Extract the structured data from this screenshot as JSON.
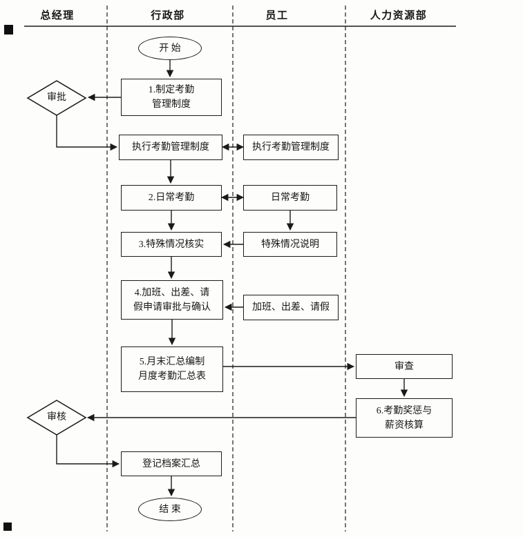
{
  "diagram": {
    "colors": {
      "ink": "#1a1a1a",
      "background": "#fdfdfb"
    },
    "lanes": [
      {
        "id": "gm",
        "label": "总经理"
      },
      {
        "id": "admin",
        "label": "行政部"
      },
      {
        "id": "staff",
        "label": "员工"
      },
      {
        "id": "hr",
        "label": "人力资源部"
      }
    ],
    "nodes": {
      "start": {
        "lane": "admin",
        "type": "terminator",
        "label": "开 始"
      },
      "n1": {
        "lane": "admin",
        "type": "process",
        "label": "1.制定考勤\n管理制度"
      },
      "approve": {
        "lane": "gm",
        "type": "decision",
        "label": "审批"
      },
      "exec_admin": {
        "lane": "admin",
        "type": "process",
        "label": "执行考勤管理制度"
      },
      "exec_staff": {
        "lane": "staff",
        "type": "process",
        "label": "执行考勤管理制度"
      },
      "n2": {
        "lane": "admin",
        "type": "process",
        "label": "2.日常考勤"
      },
      "daily_staff": {
        "lane": "staff",
        "type": "process",
        "label": "日常考勤"
      },
      "n3": {
        "lane": "admin",
        "type": "process",
        "label": "3.特殊情况核实"
      },
      "special": {
        "lane": "staff",
        "type": "process",
        "label": "特殊情况说明"
      },
      "n4": {
        "lane": "admin",
        "type": "process",
        "label": "4.加班、出差、请\n假申请审批与确认"
      },
      "leave": {
        "lane": "staff",
        "type": "process",
        "label": "加班、出差、请假"
      },
      "n5": {
        "lane": "admin",
        "type": "process",
        "label": "5.月末汇总编制\n月度考勤汇总表"
      },
      "review": {
        "lane": "hr",
        "type": "process",
        "label": "审查"
      },
      "n6": {
        "lane": "hr",
        "type": "process",
        "label": "6.考勤奖惩与\n薪资核算"
      },
      "audit": {
        "lane": "gm",
        "type": "decision",
        "label": "审核"
      },
      "register": {
        "lane": "admin",
        "type": "process",
        "label": "登记档案汇总"
      },
      "end": {
        "lane": "admin",
        "type": "terminator",
        "label": "结 束"
      }
    },
    "edges": [
      {
        "from": "start",
        "to": "n1",
        "style": "arrow"
      },
      {
        "from": "n1",
        "to": "approve",
        "style": "arrow"
      },
      {
        "from": "approve",
        "to": "exec_admin",
        "style": "arrow"
      },
      {
        "from": "exec_admin",
        "to": "exec_staff",
        "style": "double-arrow"
      },
      {
        "from": "exec_admin",
        "to": "n2",
        "style": "arrow"
      },
      {
        "from": "n2",
        "to": "daily_staff",
        "style": "double-arrow"
      },
      {
        "from": "daily_staff",
        "to": "special",
        "style": "arrow"
      },
      {
        "from": "special",
        "to": "n3",
        "style": "arrow"
      },
      {
        "from": "n2",
        "to": "n3",
        "style": "arrow"
      },
      {
        "from": "n3",
        "to": "n4",
        "style": "arrow"
      },
      {
        "from": "leave",
        "to": "n4",
        "style": "arrow"
      },
      {
        "from": "n4",
        "to": "n5",
        "style": "arrow"
      },
      {
        "from": "n5",
        "to": "review",
        "style": "arrow"
      },
      {
        "from": "review",
        "to": "n6",
        "style": "arrow"
      },
      {
        "from": "n6",
        "to": "audit",
        "style": "arrow"
      },
      {
        "from": "audit",
        "to": "register",
        "style": "arrow"
      },
      {
        "from": "register",
        "to": "end",
        "style": "arrow"
      }
    ]
  }
}
